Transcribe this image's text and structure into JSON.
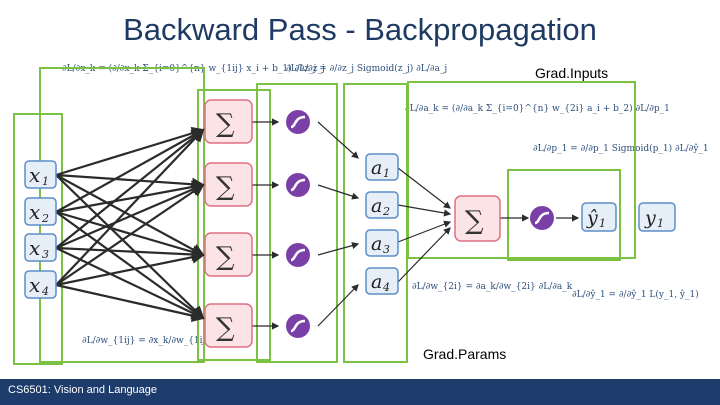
{
  "slide": {
    "title": "Backward Pass - Backpropagation",
    "grad_inputs_label": "Grad.Inputs",
    "grad_params_label": "Grad.Params",
    "footer": "CS6501: Vision and Language"
  },
  "nodes": {
    "inputs": [
      "x",
      "x",
      "x",
      "x"
    ],
    "input_subscripts": [
      "1",
      "2",
      "3",
      "4"
    ],
    "hidden": [
      "a",
      "a",
      "a",
      "a"
    ],
    "hidden_subscripts": [
      "1",
      "2",
      "3",
      "4"
    ],
    "sum_symbol": "∑",
    "prediction": "ŷ",
    "prediction_subscript": "1",
    "target": "y",
    "target_subscript": "1"
  },
  "formulas": {
    "f1": "∂L/∂x_k = (∂/∂x_k Σ_{i=0}^{n} w_{1ij} x_i + b_1) ∂L/∂z_j",
    "f2": "∂L/∂z_j = ∂/∂z_j Sigmoid(z_j) ∂L/∂a_j",
    "f3": "∂L/∂a_k = (∂/∂a_k Σ_{i=0}^{n} w_{2i} a_i + b_2) ∂L/∂p_1",
    "f4": "∂L/∂p_1 = ∂/∂p_1 Sigmoid(p_1) ∂L/∂ŷ_1",
    "f5": "∂L/∂w_{2i} = ∂a_k/∂w_{2i} ∂L/∂a_k",
    "f6": "∂L/∂ŷ_1 = ∂/∂ŷ_1 L(y_1, ŷ_1)",
    "f7": "∂L/∂w_{1ij} = ∂x_k/∂w_{1ij} ∂L/∂x_k"
  },
  "colors": {
    "title": "#1f3b63",
    "green_box": "#7cc242",
    "sum_node_stroke": "#e07080",
    "sum_node_fill": "#fbe3e6",
    "sigmoid_fill": "#7b3fa8",
    "input_node_stroke": "#5b8ec9",
    "input_node_fill": "#e6eef8",
    "footer_bg": "#1d3c6c"
  }
}
